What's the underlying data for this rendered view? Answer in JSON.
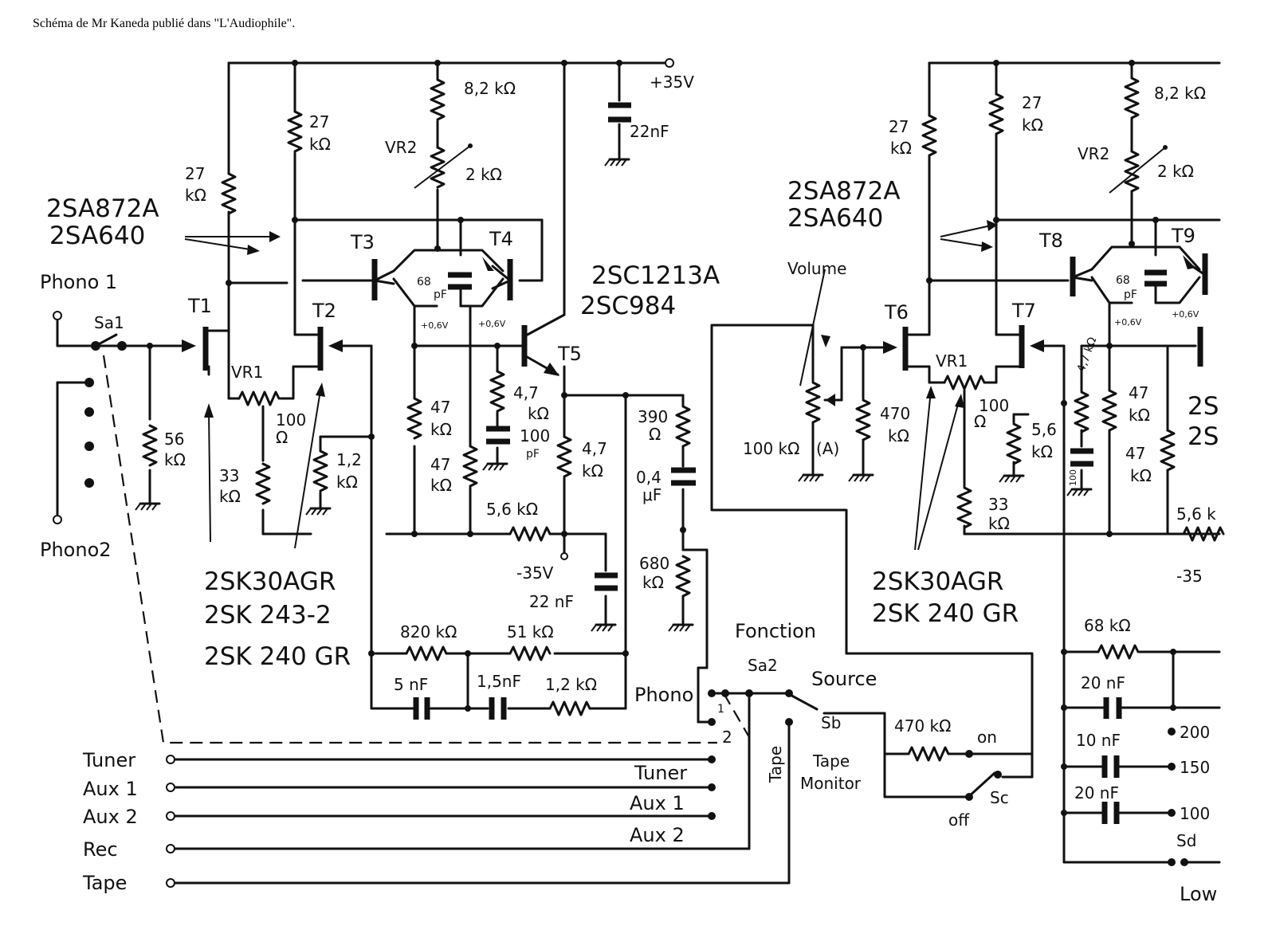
{
  "caption": "Schéma de Mr Kaneda publié dans \"L'Audiophile\".",
  "left_channel": {
    "supply_pos": "+35V",
    "supply_neg": "-35V",
    "r_8k2": "8,2 kΩ",
    "vr2": "VR2",
    "vr2_value": "2 kΩ",
    "r_27k_a": "27",
    "r_27k_a_unit": "kΩ",
    "r_27k_b": "27",
    "r_27k_b_unit": "kΩ",
    "c_22nf_top": "22nF",
    "pnp_part_1": "2SA872A",
    "pnp_part_2": "2SA640",
    "t1": "T1",
    "t2": "T2",
    "t3": "T3",
    "t4": "T4",
    "t5": "T5",
    "c_68pf": "68",
    "c_68pf_unit": "pF",
    "bias_1": "+0,6V",
    "bias_2": "+0,6V",
    "npn_part_1": "2SC1213A",
    "npn_part_2": "2SC984",
    "phono1": "Phono 1",
    "phono2": "Phono2",
    "sa1": "Sa1",
    "vr1": "VR1",
    "r_100": "100",
    "r_100_unit": "Ω",
    "r_56k": "56",
    "r_56k_unit": "kΩ",
    "r_33k": "33",
    "r_33k_unit": "kΩ",
    "r_1k2": "1,2",
    "r_1k2_unit": "kΩ",
    "r_47k_a": "47",
    "r_47k_a_unit": "kΩ",
    "r_47k_b": "47",
    "r_47k_b_unit": "kΩ",
    "r_4k7_a": "4,7",
    "r_4k7_a_unit": "kΩ",
    "c_100pf": "100",
    "c_100pf_unit": "pF",
    "r_4k7_b": "4,7",
    "r_4k7_b_unit": "kΩ",
    "r_5k6": "5,6 kΩ",
    "c_22nf_bot": "22 nF",
    "r_390": "390",
    "r_390_unit": "Ω",
    "c_04uf": "0,4",
    "c_04uf_unit": "μF",
    "r_680k": "680",
    "r_680k_unit": "kΩ",
    "fet_part_1": "2SK30AGR",
    "fet_part_2": "2SK 243-2",
    "fet_part_3": "2SK 240 GR",
    "r_820k": "820 kΩ",
    "r_51k": "51 kΩ",
    "c_5nf": "5 nF",
    "c_1n5": "1,5nF",
    "r_1k2_b": "1,2 kΩ"
  },
  "selector": {
    "fonction": "Fonction",
    "sa2": "Sa2",
    "phono": "Phono",
    "pos1": "1",
    "pos2": "2",
    "source": "Source",
    "sb": "Sb",
    "tape": "Tape",
    "tape_monitor_1": "Tape",
    "tape_monitor_2": "Monitor",
    "r_470k": "470 kΩ",
    "on": "on",
    "off": "off",
    "sc": "Sc"
  },
  "inputs": {
    "left": [
      "Tuner",
      "Aux 1",
      "Aux 2",
      "Rec",
      "Tape"
    ],
    "switch": [
      "Tuner",
      "Aux 1",
      "Aux 2"
    ]
  },
  "right_channel": {
    "volume": "Volume",
    "vol_value": "100 kΩ",
    "vol_a": "(A)",
    "r_470k": "470",
    "r_470k_unit": "kΩ",
    "t6": "T6",
    "t7": "T7",
    "t8": "T8",
    "t9": "T9",
    "vr1": "VR1",
    "r_100": "100",
    "r_100_unit": "Ω",
    "r_5k6": "5,6",
    "r_5k6_unit": "kΩ",
    "r_33k": "33",
    "r_33k_unit": "kΩ",
    "r_27k_a": "27",
    "r_27k_a_unit": "kΩ",
    "r_27k_b": "27",
    "r_27k_b_unit": "kΩ",
    "r_8k2": "8,2 kΩ",
    "vr2": "VR2",
    "vr2_value": "2 kΩ",
    "pnp_part_1": "2SA872A",
    "pnp_part_2": "2SA640",
    "c_68pf": "68",
    "c_68pf_unit": "pF",
    "bias_1": "+0,6V",
    "bias_2": "+0,6V",
    "r_47k_v": "4,7 kΩ",
    "c_100": "100",
    "r_47k_a": "47",
    "r_47k_a_unit": "kΩ",
    "r_47k_b": "47",
    "r_47k_b_unit": "kΩ",
    "part_cut_1": "2S",
    "part_cut_2": "2S",
    "r_5k6_cut": "5,6 k",
    "fet_part_1": "2SK30AGR",
    "fet_part_2": "2SK 240 GR",
    "supply_neg_cut": "-35",
    "r_68k": "68 kΩ",
    "c_20nf_a": "20 nF",
    "c_10nf": "10 nF",
    "c_20nf_b": "20 nF",
    "pos_200": "200",
    "pos_150": "150",
    "pos_100": "100",
    "sd": "Sd",
    "low_cut": "Low"
  }
}
